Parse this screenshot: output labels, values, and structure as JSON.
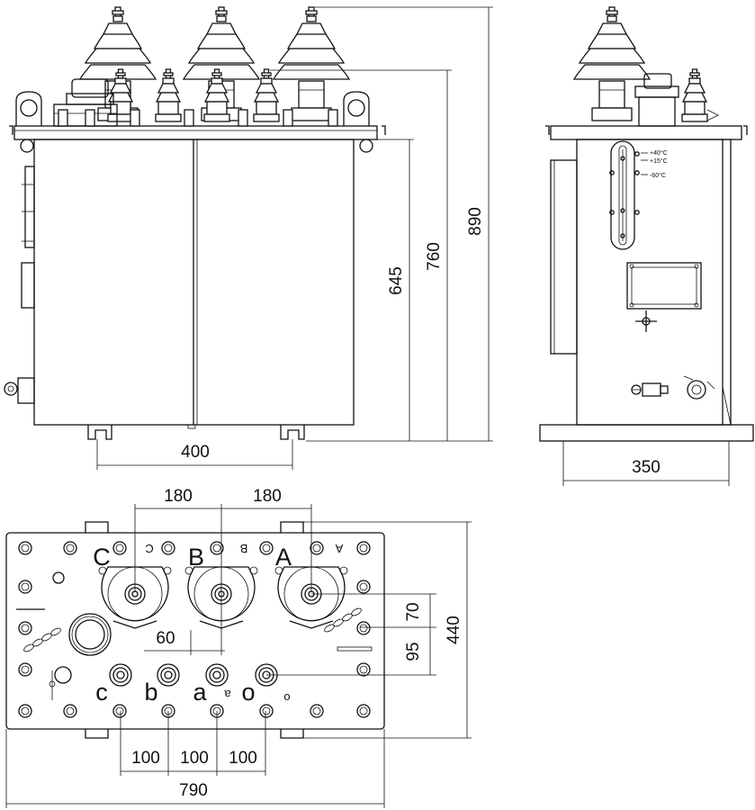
{
  "front_view": {
    "dim_width": "400",
    "dim_tank_height": "645",
    "dim_height_lid": "760",
    "dim_height_total": "890"
  },
  "side_view": {
    "dim_width": "350",
    "thermometer_marks": [
      "+40°C",
      "+15°C",
      "-60°C"
    ]
  },
  "top_view": {
    "dim_hv_spacing_1": "180",
    "dim_hv_spacing_2": "180",
    "dim_offset": "60",
    "dim_row_gap_1": "70",
    "dim_row_gap_2": "95",
    "dim_depth": "440",
    "dim_lv_spacing_1": "100",
    "dim_lv_spacing_2": "100",
    "dim_lv_spacing_3": "100",
    "dim_length": "790",
    "hv_labels": [
      "C",
      "B",
      "A"
    ],
    "lv_labels": [
      "c",
      "b",
      "a",
      "o"
    ],
    "mirrored_hv": [
      "C",
      "B",
      "A"
    ],
    "mirrored_lv": [
      "a",
      "o"
    ]
  }
}
